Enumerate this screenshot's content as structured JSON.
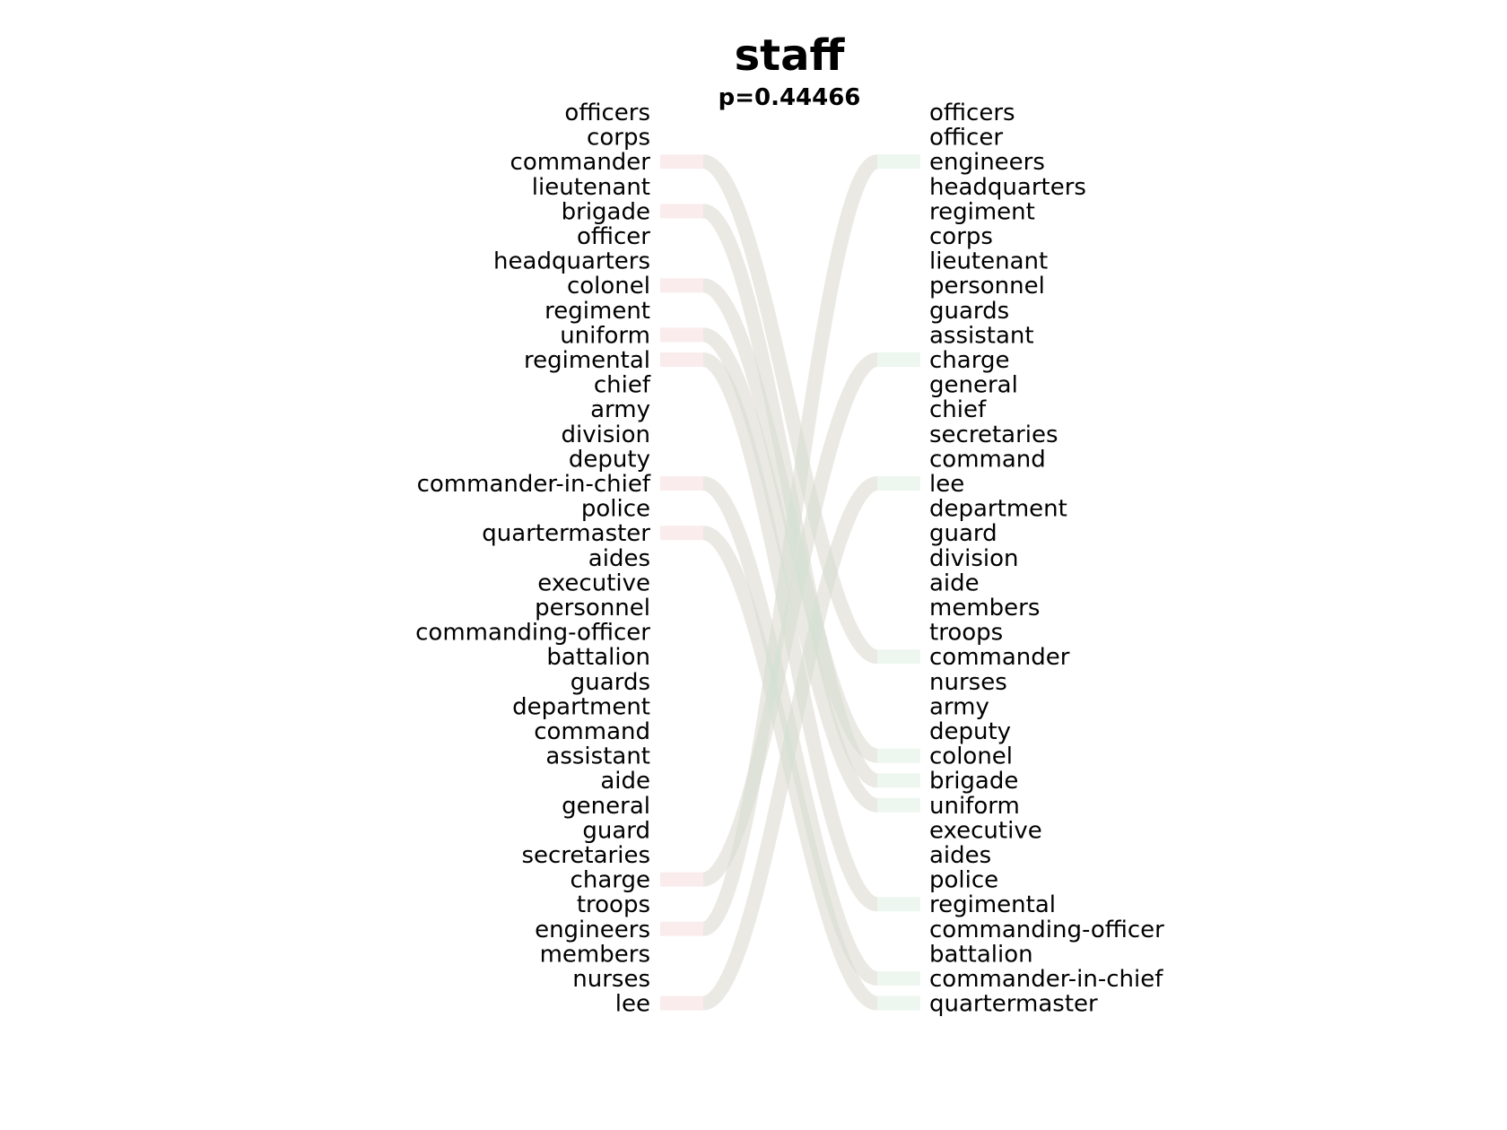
{
  "title": "staff",
  "subtitle": "p=0.44466",
  "colors": {
    "left_to_right": "#f2c9cc",
    "right_to_left": "#cfe6d4"
  },
  "left_words": [
    "officers",
    "corps",
    "commander",
    "lieutenant",
    "brigade",
    "officer",
    "headquarters",
    "colonel",
    "regiment",
    "uniform",
    "regimental",
    "chief",
    "army",
    "division",
    "deputy",
    "commander-in-chief",
    "police",
    "quartermaster",
    "aides",
    "executive",
    "personnel",
    "commanding-officer",
    "battalion",
    "guards",
    "department",
    "command",
    "assistant",
    "aide",
    "general",
    "guard",
    "secretaries",
    "charge",
    "troops",
    "engineers",
    "members",
    "nurses",
    "lee"
  ],
  "right_words": [
    "officers",
    "officer",
    "engineers",
    "headquarters",
    "regiment",
    "corps",
    "lieutenant",
    "personnel",
    "guards",
    "assistant",
    "charge",
    "general",
    "chief",
    "secretaries",
    "command",
    "lee",
    "department",
    "guard",
    "division",
    "aide",
    "members",
    "troops",
    "commander",
    "nurses",
    "army",
    "deputy",
    "colonel",
    "brigade",
    "uniform",
    "executive",
    "aides",
    "police",
    "regimental",
    "commanding-officer",
    "battalion",
    "commander-in-chief",
    "quartermaster"
  ],
  "left_links": [
    "commander",
    "brigade",
    "colonel",
    "uniform",
    "regimental",
    "commander-in-chief",
    "quartermaster",
    "charge",
    "engineers",
    "lee"
  ],
  "right_links": [
    "engineers",
    "charge",
    "lee",
    "commander",
    "colonel",
    "brigade",
    "uniform",
    "regimental",
    "commander-in-chief",
    "quartermaster"
  ]
}
